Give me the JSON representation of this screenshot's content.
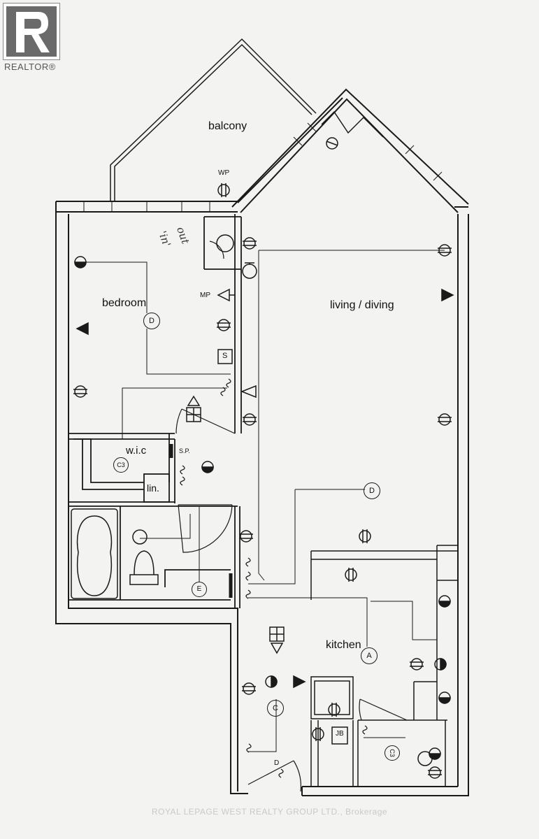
{
  "logo": {
    "text": "REALTOR",
    "mark": "®"
  },
  "rooms": {
    "balcony": "balcony",
    "bedroom": "bedroom",
    "living": "living / diving",
    "kitchen": "kitchen",
    "wic": "w.i.c",
    "linen": "lin."
  },
  "symbols": {
    "wp": "WP",
    "mp": "MP",
    "sp": "S.P.",
    "s_box": "S",
    "jb": "JB",
    "d": "D",
    "a": "A",
    "c": "C",
    "e": "E",
    "c3": "C3"
  },
  "handwritten": {
    "line1": "'in'",
    "line2": "out"
  },
  "watermark": "ROYAL LEPAGE WEST REALTY GROUP LTD., Brokerage",
  "colors": {
    "ink": "#1a1a1a",
    "paper": "#f3f3f1",
    "logo": "#6a6a6a"
  }
}
